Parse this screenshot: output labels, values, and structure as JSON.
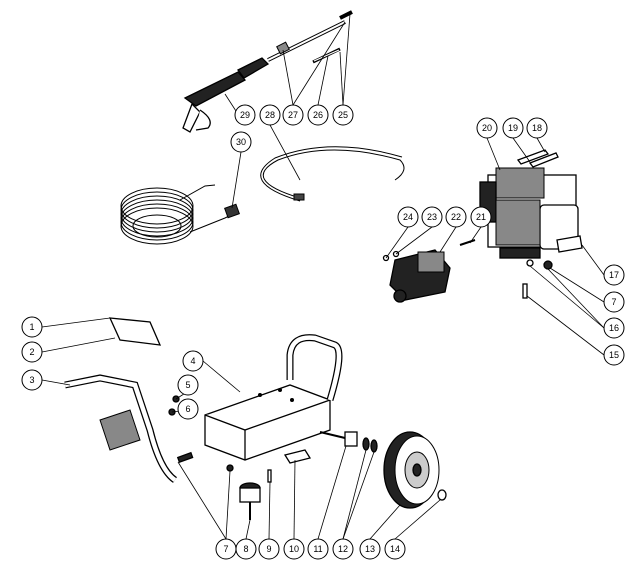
{
  "diagram": {
    "type": "exploded-parts-view",
    "callouts": [
      "1",
      "2",
      "3",
      "4",
      "5",
      "6",
      "7",
      "8",
      "9",
      "10",
      "11",
      "12",
      "13",
      "14",
      "15",
      "16",
      "7",
      "17",
      "18",
      "19",
      "20",
      "21",
      "22",
      "23",
      "24",
      "25",
      "26",
      "27",
      "28",
      "29",
      "30"
    ]
  }
}
